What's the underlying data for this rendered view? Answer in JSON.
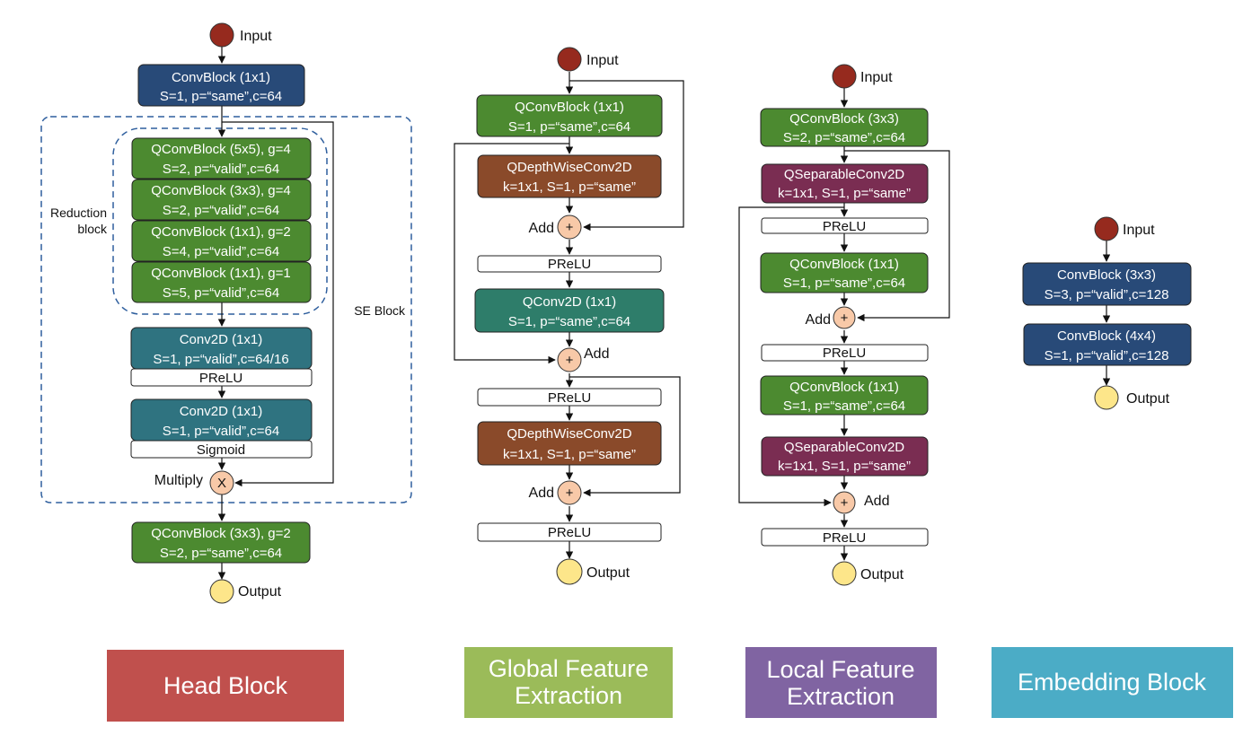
{
  "colors": {
    "conv_navy": "#284a78",
    "qconv_green": "#4c8a30",
    "conv2d_teal": "#2f7380",
    "qconv2d_teal": "#2e7d6a",
    "depthwise_brown": "#8a4a2a",
    "separable_maroon": "#7a2d52",
    "input_node": "#962a1e",
    "output_node": "#fde68a",
    "op_node": "#f8c9a8",
    "dash_border": "#2f5f9e",
    "head_caption": "#c0504d",
    "global_caption": "#9bbb59",
    "local_caption": "#8064a2",
    "embedding_caption": "#4bacc6"
  },
  "head": {
    "input": "Input",
    "output": "Output",
    "convblock_a": {
      "title": "ConvBlock (1x1)",
      "params": "S=1, p=“same”,c=64"
    },
    "reduction_label_1": "Reduction",
    "reduction_label_2": "block",
    "se_label": "SE Block",
    "red1": {
      "title": "QConvBlock (5x5), g=4",
      "params": "S=2, p=“valid”,c=64"
    },
    "red2": {
      "title": "QConvBlock (3x3), g=4",
      "params": "S=2, p=“valid”,c=64"
    },
    "red3": {
      "title": "QConvBlock (1x1), g=2",
      "params": "S=4, p=“valid”,c=64"
    },
    "red4": {
      "title": "QConvBlock (1x1), g=1",
      "params": "S=5, p=“valid”,c=64"
    },
    "conv2d_a": {
      "title": "Conv2D (1x1)",
      "params": "S=1, p=“valid”,c=64/16"
    },
    "prelu": "PReLU",
    "conv2d_b": {
      "title": "Conv2D (1x1)",
      "params": "S=1, p=“valid”,c=64"
    },
    "sigmoid": "Sigmoid",
    "multiply_label": "Multiply",
    "multiply_symbol": "X",
    "final": {
      "title": "QConvBlock (3x3), g=2",
      "params": "S=2, p=“same”,c=64"
    },
    "caption": "Head Block"
  },
  "global": {
    "input": "Input",
    "output": "Output",
    "qconv_a": {
      "title": "QConvBlock (1x1)",
      "params": "S=1, p=“same”,c=64"
    },
    "dw_a": {
      "title": "QDepthWiseConv2D",
      "params": "k=1x1, S=1, p=“same”"
    },
    "add_label_1": "Add",
    "add_label_2": "Add",
    "add_label_3": "Add",
    "add_symbol": "+",
    "prelu_1": "PReLU",
    "qconv2d": {
      "title": "QConv2D (1x1)",
      "params": "S=1, p=“same”,c=64"
    },
    "prelu_2": "PReLU",
    "dw_b": {
      "title": "QDepthWiseConv2D",
      "params": "k=1x1, S=1, p=“same”"
    },
    "prelu_3": "PReLU",
    "caption_1": "Global Feature",
    "caption_2": "Extraction"
  },
  "local": {
    "input": "Input",
    "output": "Output",
    "qconv_a": {
      "title": "QConvBlock (3x3)",
      "params": "S=2, p=“same”,c=64"
    },
    "sep_a": {
      "title": "QSeparableConv2D",
      "params": "k=1x1, S=1, p=“same”"
    },
    "prelu_1": "PReLU",
    "qconv_b": {
      "title": "QConvBlock (1x1)",
      "params": "S=1, p=“same”,c=64"
    },
    "add_label_1": "Add",
    "prelu_2": "PReLU",
    "qconv_c": {
      "title": "QConvBlock (1x1)",
      "params": "S=1, p=“same”,c=64"
    },
    "sep_b": {
      "title": "QSeparableConv2D",
      "params": "k=1x1, S=1, p=“same”"
    },
    "add_label_2": "Add",
    "add_symbol": "+",
    "prelu_3": "PReLU",
    "caption_1": "Local Feature",
    "caption_2": "Extraction"
  },
  "embedding": {
    "input": "Input",
    "output": "Output",
    "conv_a": {
      "title": "ConvBlock (3x3)",
      "params": "S=3, p=“valid”,c=128"
    },
    "conv_b": {
      "title": "ConvBlock (4x4)",
      "params": "S=1, p=“valid”,c=128"
    },
    "caption": "Embedding Block"
  }
}
